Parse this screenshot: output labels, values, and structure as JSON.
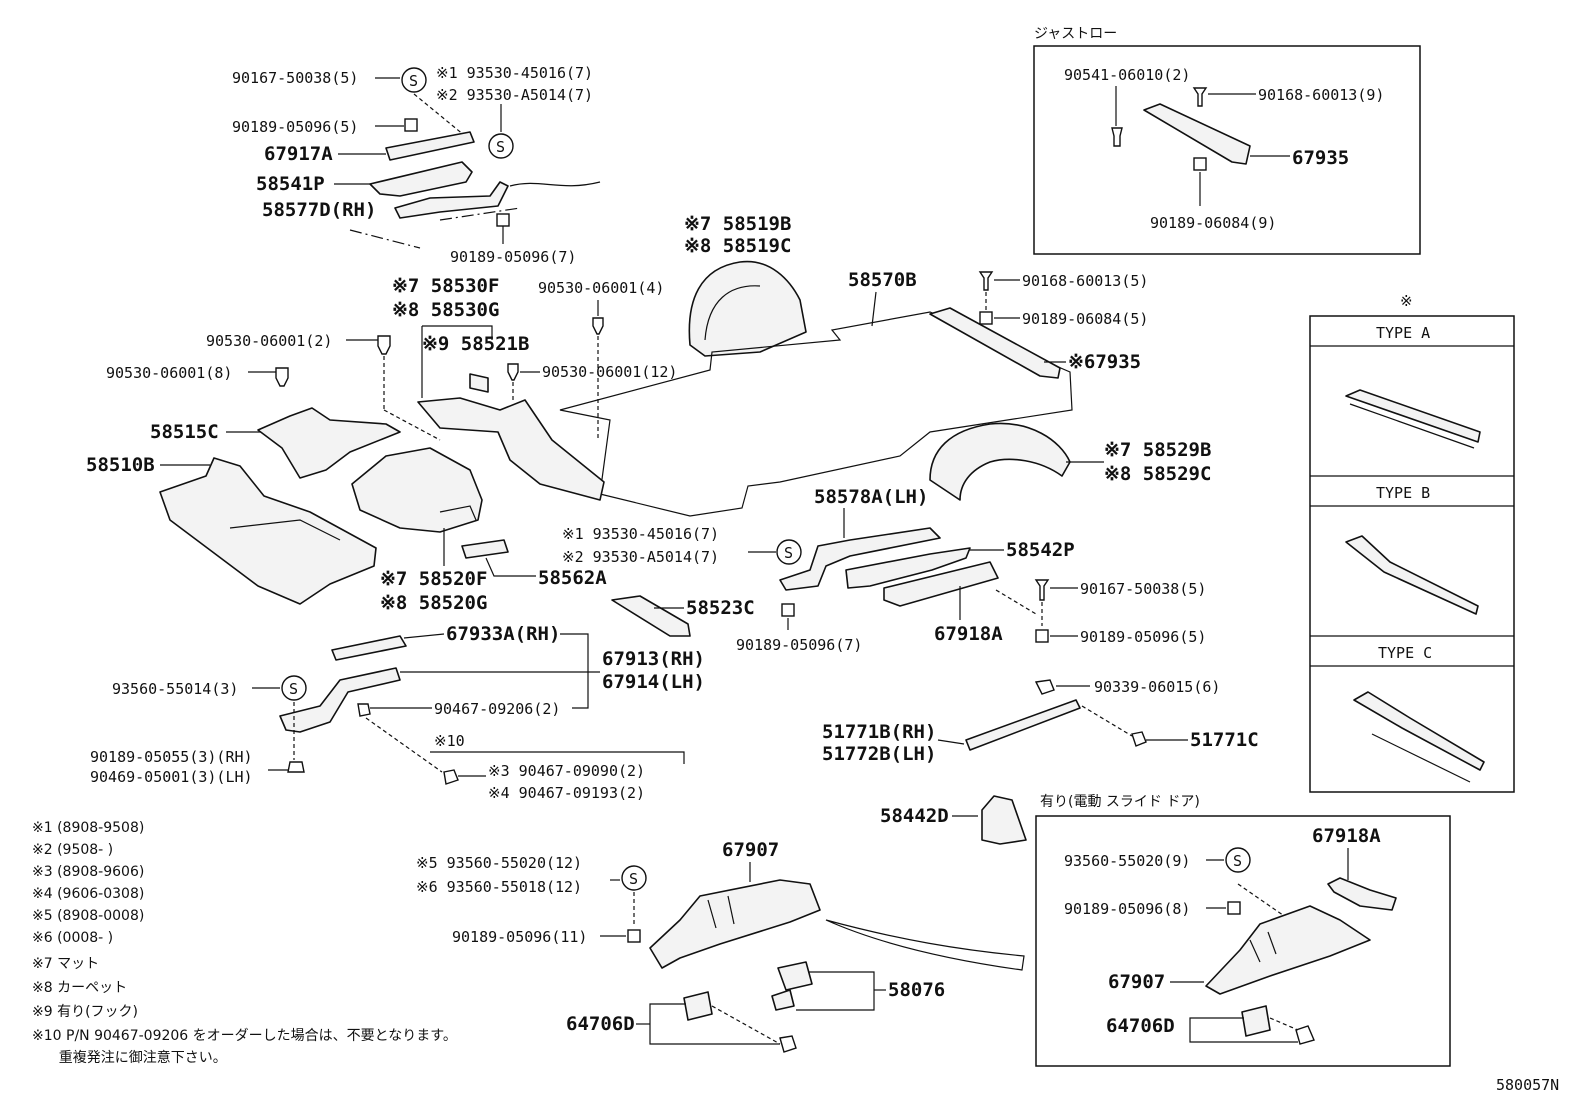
{
  "diagram_id": "580057N",
  "s_mark": "S",
  "labels": {
    "l90167a": "90167-50038(5)",
    "note1a": "※1 93530-45016(7)",
    "note2a": "※2 93530-A5014(7)",
    "l90189a": "90189-05096(5)",
    "l67917A": "67917A",
    "l58541P": "58541P",
    "l58577D": "58577D(RH)",
    "l90189b": "90189-05096(7)",
    "l58519B": "※7 58519B",
    "l58519C": "※8 58519C",
    "l58530F": "※7 58530F",
    "l58530G": "※8 58530G",
    "l90530a": "90530-06001(4)",
    "l58570B": "58570B",
    "l90530b": "90530-06001(2)",
    "l58521B": "※9 58521B",
    "l90530c": "90530-06001(8)",
    "l90530d": "90530-06001(12)",
    "l58515C": "58515C",
    "l58510B": "58510B",
    "l58520F": "※7 58520F",
    "l58520G": "※8 58520G",
    "l58562A": "58562A",
    "note1b": "※1 93530-45016(7)",
    "note2b": "※2 93530-A5014(7)",
    "l58578A": "58578A(LH)",
    "l58542P": "58542P",
    "l58523C": "58523C",
    "l90167b": "90167-50038(5)",
    "l67918A": "67918A",
    "l90189c": "90189-05096(7)",
    "l90189d": "90189-05096(5)",
    "l67933A": "67933A(RH)",
    "l67913": "67913(RH)",
    "l67914": "67914(LH)",
    "l93560a": "93560-55014(3)",
    "l90467a": "90467-09206(2)",
    "l90189e": "90189-05055(3)(RH)",
    "l90469": "90469-05001(3)(LH)",
    "l10": "※10",
    "l90467b": "※3 90467-09090(2)",
    "l90467c": "※4 90467-09193(2)",
    "l90339": "90339-06015(6)",
    "l51771B": "51771B(RH)",
    "l51772B": "51772B(LH)",
    "l51771C": "51771C",
    "l90168a": "90168-60013(5)",
    "l90189f": "90189-06084(5)",
    "l67935b": "※67935",
    "l58529B": "※7 58529B",
    "l58529C": "※8 58529C",
    "l58442D": "58442D",
    "l67907a": "67907",
    "l93560b": "※5 93560-55020(12)",
    "l93560c": "※6 93560-55018(12)",
    "l90189g": "90189-05096(11)",
    "l58076": "58076",
    "l64706Da": "64706D"
  },
  "justlow": {
    "title": "ジャストロー",
    "l90541": "90541-06010(2)",
    "l90168": "90168-60013(9)",
    "l67935": "67935",
    "l90189": "90189-06084(9)"
  },
  "types": {
    "mark": "※",
    "a": "TYPE  A",
    "b": "TYPE  B",
    "c": "TYPE  C"
  },
  "slide_door": {
    "title": "有り(電動 スライド ドア)",
    "l93560": "93560-55020(9)",
    "l67918A": "67918A",
    "l90189": "90189-05096(8)",
    "l67907": "67907",
    "l64706D": "64706D"
  },
  "footnotes": [
    "※1 (8908-9508)",
    "※2 (9508-      )",
    "※3 (8908-9606)",
    "※4 (9606-0308)",
    "※5 (8908-0008)",
    "※6 (0008-      )",
    "※7 マット",
    "※8 カーペット",
    "※9 有り(フック)",
    "※10 P/N 90467-09206 をオーダーした場合は、不要となります。",
    "      重複発注に御注意下さい。"
  ]
}
